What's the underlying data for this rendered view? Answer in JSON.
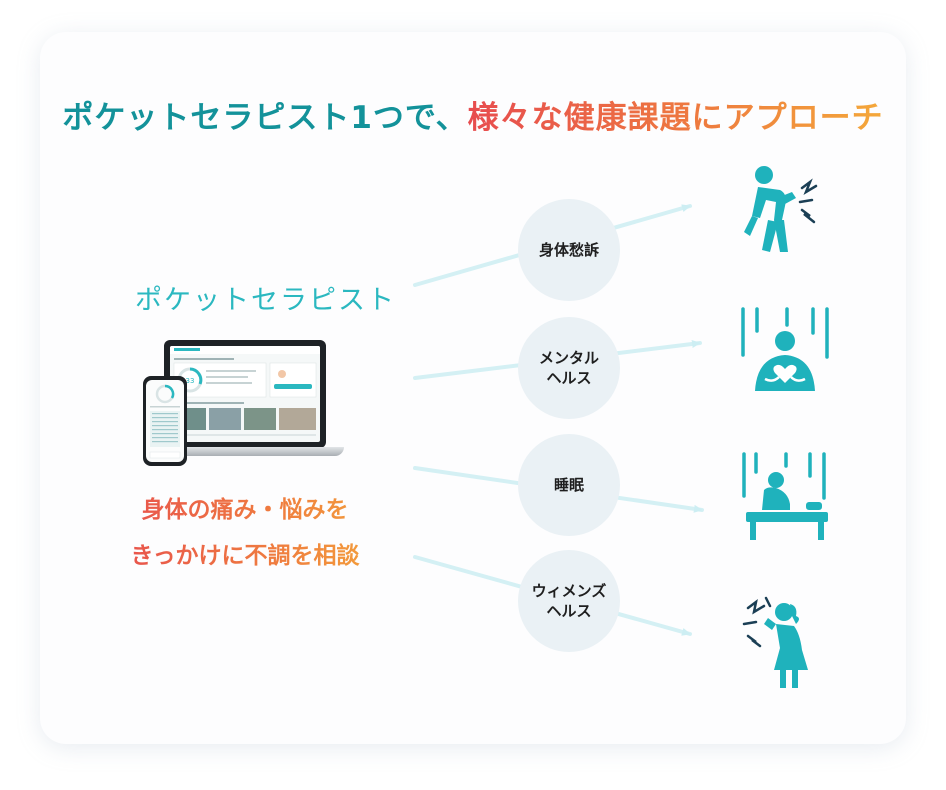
{
  "headline": {
    "prefix": "ポケットセラピスト1つで、",
    "highlight": "様々な健康課題にアプローチ"
  },
  "brand": {
    "logo_text": "ポケットセラピスト"
  },
  "device_screen": {
    "progress_value": "33"
  },
  "subcopy": {
    "line1": "身体の痛み・悩みを",
    "line2": "きっかけに不調を相談"
  },
  "topics": [
    {
      "label": "身体愁訴",
      "icon": "back-pain-person-icon"
    },
    {
      "label": "メンタル\nヘルス",
      "icon": "heart-hugging-person-icon"
    },
    {
      "label": "睡眠",
      "icon": "sleeping-person-icon"
    },
    {
      "label": "ウィメンズ\nヘルス",
      "icon": "woman-headache-icon"
    }
  ],
  "colors": {
    "teal": "#13929a",
    "icon_teal": "#1fb2bc",
    "gradient_start": "#e74c4f",
    "gradient_end": "#f4a83a",
    "bubble": "#eaf1f5"
  }
}
